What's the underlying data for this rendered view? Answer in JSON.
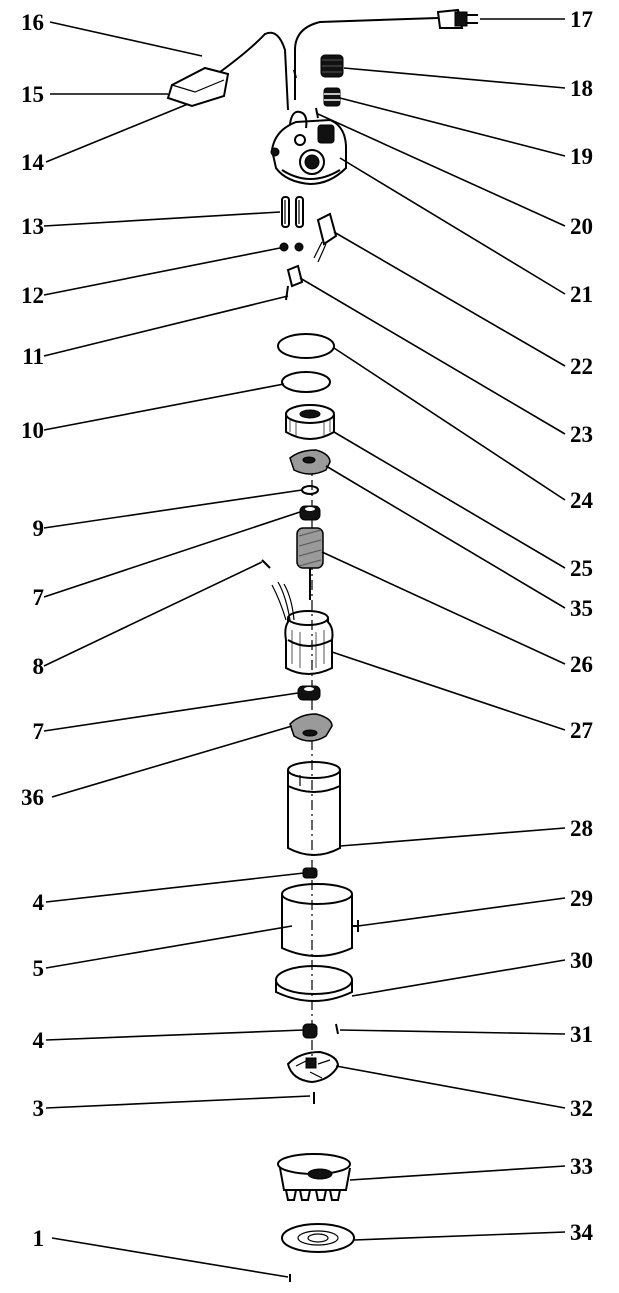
{
  "callouts": {
    "left": [
      "16",
      "15",
      "14",
      "13",
      "12",
      "11",
      "10",
      "9",
      "7",
      "8",
      "7",
      "36",
      "4",
      "5",
      "4",
      "3",
      "1"
    ],
    "right": [
      "17",
      "18",
      "19",
      "20",
      "21",
      "22",
      "23",
      "24",
      "25",
      "35",
      "26",
      "27",
      "28",
      "29",
      "30",
      "31",
      "32",
      "33",
      "34"
    ]
  }
}
